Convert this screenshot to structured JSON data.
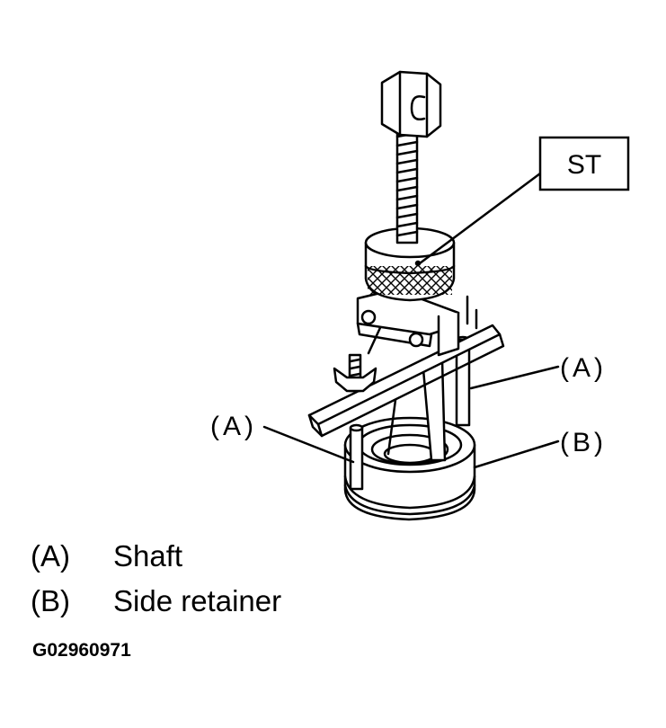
{
  "callouts": {
    "st": "ST",
    "a_right": "(A)",
    "b_right": "(B)",
    "a_left": "(A)"
  },
  "legend": [
    {
      "code": "(A)",
      "text": "Shaft"
    },
    {
      "code": "(B)",
      "text": "Side retainer"
    }
  ],
  "figure_id": "G02960971"
}
